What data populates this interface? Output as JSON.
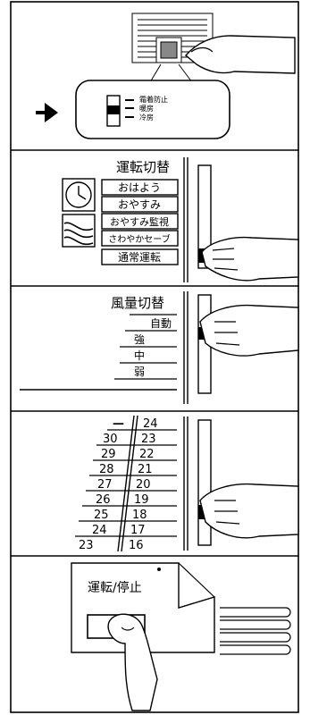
{
  "panel1": {
    "labels": [
      "霜着防止",
      "暖房",
      "冷房"
    ]
  },
  "panel2": {
    "title": "運転切替",
    "buttons": [
      "おはよう",
      "おやすみ",
      "おやすみ監視",
      "さわやかセーブ",
      "通常運転"
    ]
  },
  "panel3": {
    "title": "風量切替",
    "items": [
      "自動",
      "強",
      "中",
      "弱"
    ]
  },
  "panel4": {
    "left": [
      "—",
      "30",
      "29",
      "28",
      "27",
      "26",
      "25",
      "24",
      "23"
    ],
    "right": [
      "24",
      "23",
      "22",
      "21",
      "20",
      "19",
      "18",
      "17",
      "16"
    ]
  },
  "panel5": {
    "button_label": "運転/停止"
  }
}
